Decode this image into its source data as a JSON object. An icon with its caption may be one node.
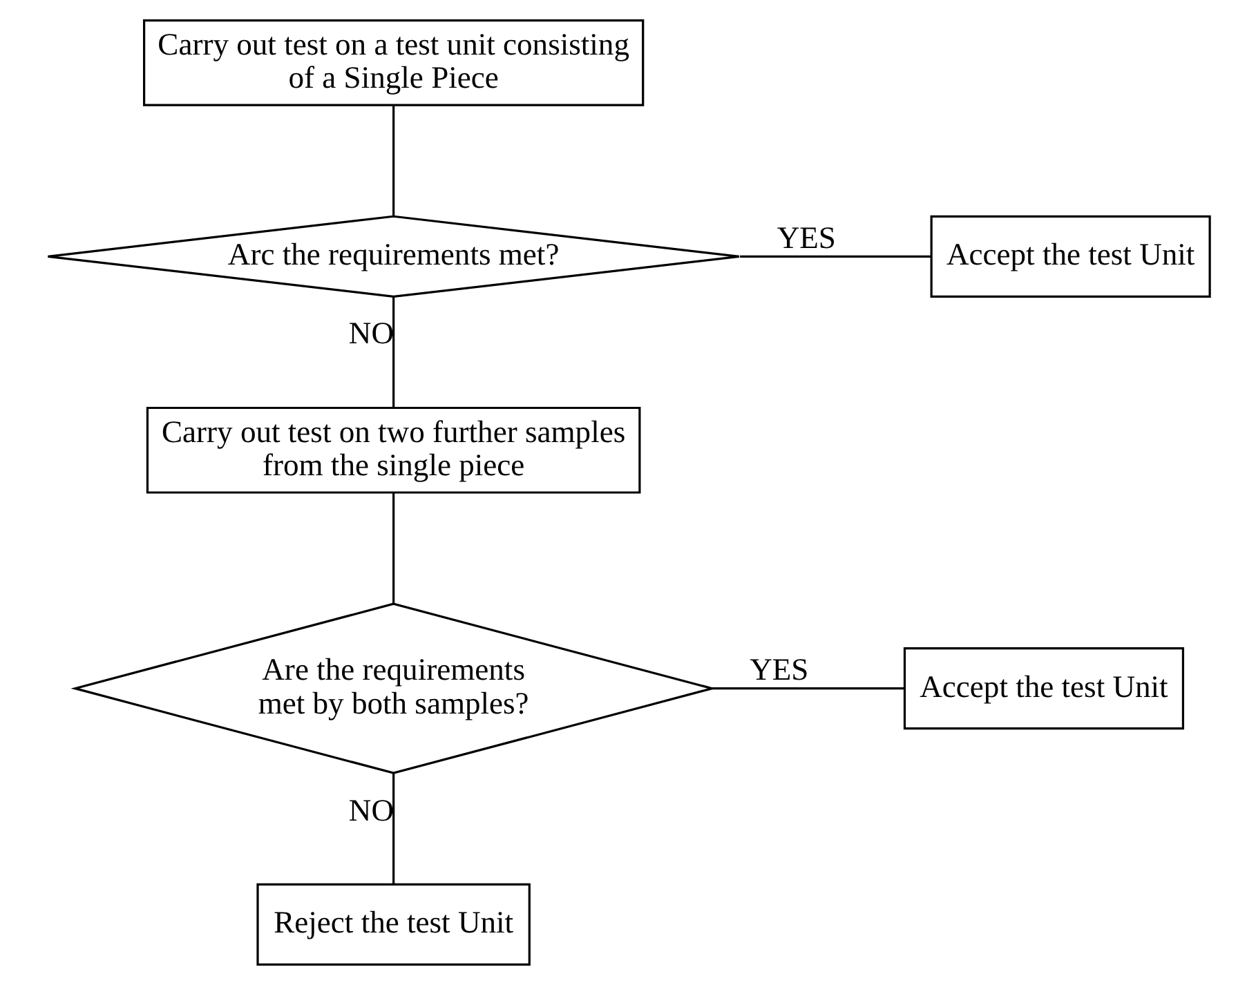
{
  "diagram": {
    "nodes": [
      {
        "text": [
          "Carry out test on a test unit consisting of a Single Piece"
        ]
      },
      {
        "text": [
          "Arc the requirements met?"
        ]
      },
      {
        "text": [
          "Accept the test Unit"
        ]
      },
      {
        "text": [
          "Carry out test on two further samples from the single piece"
        ]
      },
      {
        "text": [
          "Are the requirements met by both samples?"
        ]
      },
      {
        "text": [
          "Accept the test Unit"
        ]
      },
      {
        "text": [
          "Reject the test Unit"
        ]
      }
    ],
    "edges": [
      {
        "from": 0,
        "to": 1,
        "arrow": "none"
      },
      {
        "from": 1,
        "to": 2,
        "arrow": "none",
        "label": "YES"
      },
      {
        "from": 1,
        "to": 3,
        "arrow": "none",
        "label": "NO"
      },
      {
        "from": 3,
        "to": 4,
        "arrow": "none"
      },
      {
        "from": 4,
        "to": 5,
        "arrow": "none",
        "label": "YES"
      },
      {
        "from": 4,
        "to": 6,
        "arrow": "none",
        "label": "NO"
      }
    ]
  }
}
